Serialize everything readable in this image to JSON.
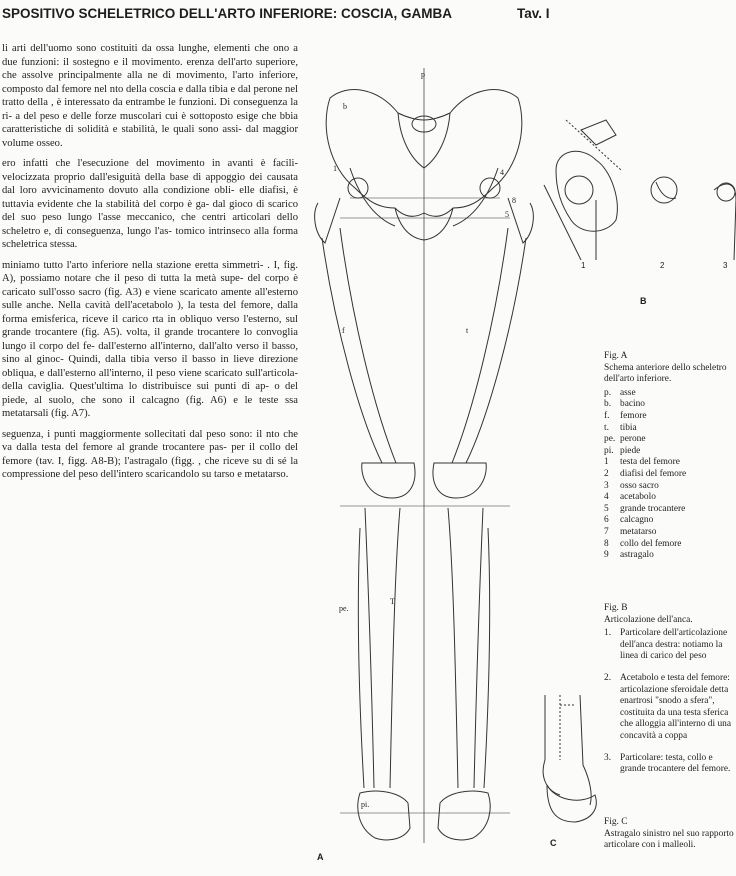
{
  "header": {
    "title": "SPOSITIVO SCHELETRICO DELL'ARTO INFERIORE: COSCIA, GAMBA",
    "plate": "Tav. I"
  },
  "body_text": [
    "li arti dell'uomo sono costituiti da ossa lunghe, elementi che ono a due funzioni: il sostegno e il movimento. erenza dell'arto superiore, che assolve principalmente alla ne di movimento, l'arto inferiore, composto dal femore nel nto della coscia e dalla tibia e dal perone nel tratto della , è interessato da entrambe le funzioni. Di conseguenza la ri- a del peso e delle forze muscolari cui è sottoposto esige che bbia caratteristiche di solidità e stabilità, le quali sono assi- dal maggior volume osseo.",
    "ero infatti che l'esecuzione del movimento in avanti è facili- velocizzata proprio dall'esiguità della base di appoggio dei causata dal loro avvicinamento dovuto alla condizione obli- elle diafisi, è tuttavia evidente che la stabilità del corpo è ga- dal gioco di scarico del suo peso lungo l'asse meccanico, che centri articolari dello scheletro e, di conseguenza, lungo l'as- tomico intrinseco alla forma scheletrica stessa.",
    "miniamo tutto l'arto inferiore nella stazione eretta simmetri- . I, fig. A), possiamo notare che il peso di tutta la metà supe- del corpo è caricato sull'osso sacro (fig. A3) e viene scaricato amente all'esterno sulle anche. Nella cavità dell'acetabolo ), la testa del femore, dalla forma emisferica, riceve il carico rta in obliquo verso l'esterno, sul grande trocantere (fig. A5). volta, il grande trocantere lo convoglia lungo il corpo del fe- dall'esterno all'interno, dall'alto verso il basso, sino al ginoc- Quindi, dalla tibia verso il basso in lieve direzione obliqua, e dall'esterno all'interno, il peso viene scaricato sull'articola- della caviglia. Quest'ultima lo distribuisce sui punti di ap- o del piede, al suolo, che sono il calcagno (fig. A6) e le teste ssa metatarsali (fig. A7).",
    "seguenza, i punti maggiormente sollecitati dal peso sono: il nto che va dalla testa del femore al grande trocantere pas- per il collo del femore (tav. I, figg. A8-B); l'astragalo (figg. , che riceve su di sé la compressione del peso dell'intero scaricandolo su tarso e metatarso."
  ],
  "figure_labels": {
    "A": "A",
    "B": "B",
    "C": "C",
    "b1": "1",
    "b2": "2",
    "b3": "3",
    "p": "p",
    "b": "b",
    "f": "f",
    "t": "t",
    "pe": "pe.",
    "pi": "pi.",
    "n1": "1",
    "n4": "4",
    "n5": "5",
    "n8": "8",
    "T": "T"
  },
  "fig_a": {
    "title": "Fig. A",
    "subtitle": "Schema anteriore dello scheletro dell'arto inferiore.",
    "legend": [
      {
        "k": "p.",
        "v": "asse"
      },
      {
        "k": "b.",
        "v": "bacino"
      },
      {
        "k": "f.",
        "v": "femore"
      },
      {
        "k": "t.",
        "v": "tibia"
      },
      {
        "k": "pe.",
        "v": "perone"
      },
      {
        "k": "pi.",
        "v": "piede"
      },
      {
        "k": "1",
        "v": "testa del femore"
      },
      {
        "k": "2",
        "v": "diafisi del femore"
      },
      {
        "k": "3",
        "v": "osso sacro"
      },
      {
        "k": "4",
        "v": "acetabolo"
      },
      {
        "k": "5",
        "v": "grande trocantere"
      },
      {
        "k": "6",
        "v": "calcagno"
      },
      {
        "k": "7",
        "v": "metatarso"
      },
      {
        "k": "8",
        "v": "collo del femore"
      },
      {
        "k": "9",
        "v": "astragalo"
      }
    ]
  },
  "fig_b": {
    "title": "Fig. B",
    "subtitle": "Articolazione dell'anca.",
    "items": [
      {
        "k": "1.",
        "v": "Particolare dell'articolazione dell'anca destra: notiamo la linea di carico del peso"
      },
      {
        "k": "2.",
        "v": "Acetabolo e testa del femore: articolazione sferoidale detta enartrosi \"snodo a sfera\", costituita da una testa sferica che alloggia all'interno di una concavità a coppa"
      },
      {
        "k": "3.",
        "v": "Particolare: testa, collo e grande trocantere del femore."
      }
    ]
  },
  "fig_c": {
    "title": "Fig. C",
    "subtitle": "Astragalo sinistro nel suo rapporto articolare con i malleoli."
  }
}
